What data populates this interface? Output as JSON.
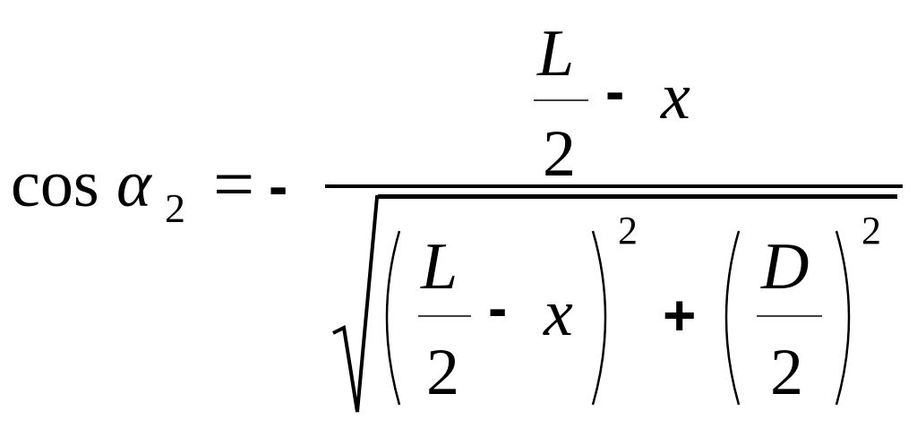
{
  "formula": {
    "lhs": {
      "func": "cos",
      "var": "α",
      "subscript": "2"
    },
    "equals": "=",
    "minus_sign": "-",
    "numerator": {
      "frac_num": "L",
      "frac_den": "2",
      "minus": "-",
      "var": "x"
    },
    "denominator": {
      "term1": {
        "frac_num": "L",
        "frac_den": "2",
        "minus": "-",
        "var": "x",
        "exponent": "2"
      },
      "plus": "+",
      "term2": {
        "frac_num": "D",
        "frac_den": "2",
        "exponent": "2"
      }
    }
  }
}
